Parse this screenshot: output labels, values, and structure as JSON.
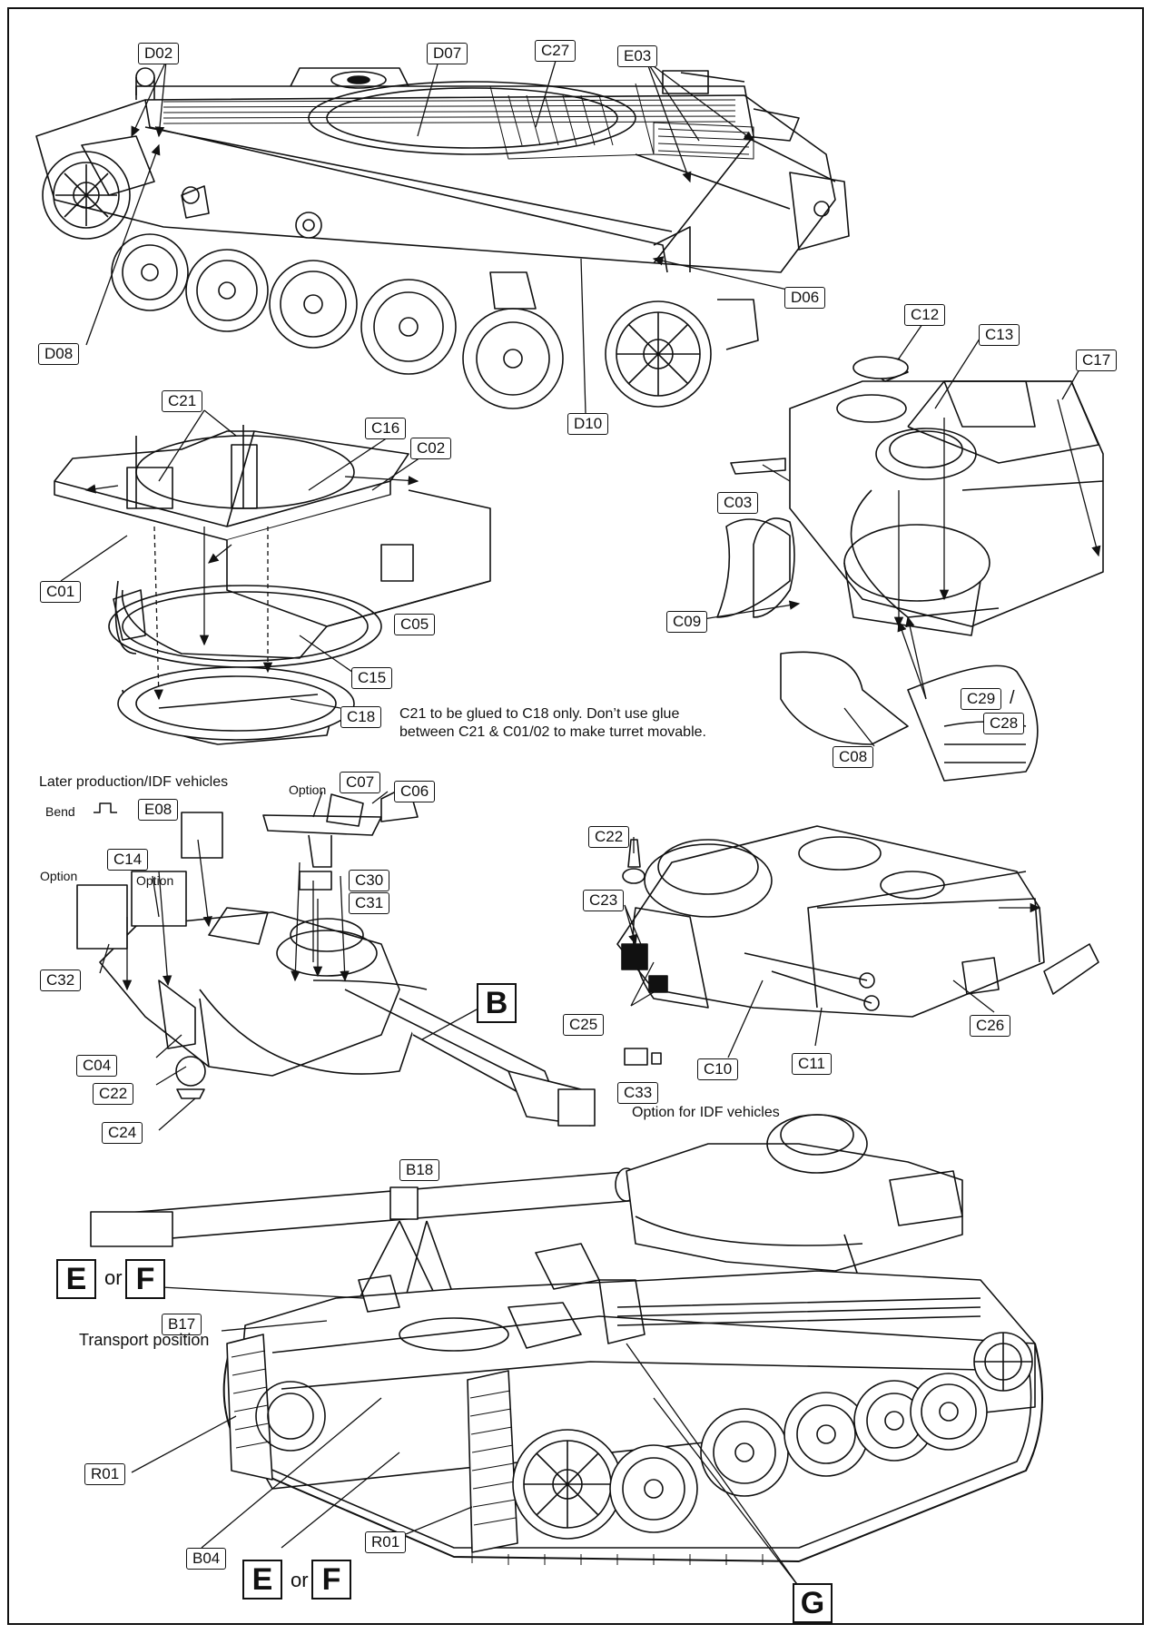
{
  "parts": {
    "D02": "D02",
    "D07": "D07",
    "C27": "C27",
    "E03": "E03",
    "D06": "D06",
    "D08": "D08",
    "D10": "D10",
    "C12": "C12",
    "C13": "C13",
    "C17": "C17",
    "C03": "C03",
    "C09": "C09",
    "C29": "C29",
    "C28": "C28",
    "C08": "C08",
    "C21": "C21",
    "C16": "C16",
    "C02": "C02",
    "C01": "C01",
    "C05": "C05",
    "C15": "C15",
    "C18": "C18",
    "C07": "C07",
    "C06": "C06",
    "E08": "E08",
    "C14": "C14",
    "C30": "C30",
    "C31": "C31",
    "C32": "C32",
    "C04": "C04",
    "C22": "C22",
    "C24": "C24",
    "C22b": "C22",
    "C23": "C23",
    "C25": "C25",
    "C33": "C33",
    "C10": "C10",
    "C11": "C11",
    "C26": "C26",
    "B18": "B18",
    "B17": "B17",
    "R01": "R01",
    "B04": "B04",
    "R01b": "R01"
  },
  "callouts": {
    "B": "B",
    "E1": "E",
    "F1": "F",
    "E2": "E",
    "F2": "F",
    "G": "G"
  },
  "text": {
    "glue_note_1": "C21 to be glued to C18 only. Don’t use glue",
    "glue_note_2": "between C21 & C01/02 to make turret movable.",
    "later_production": "Later production/IDF vehicles",
    "bend": "Bend",
    "option_1": "Option",
    "option_2": "Option",
    "option_3": "Option",
    "option_idf": "Option for IDF vehicles",
    "transport_position": "Transport position",
    "or_1": "or",
    "or_2": "or",
    "slash": "/"
  }
}
